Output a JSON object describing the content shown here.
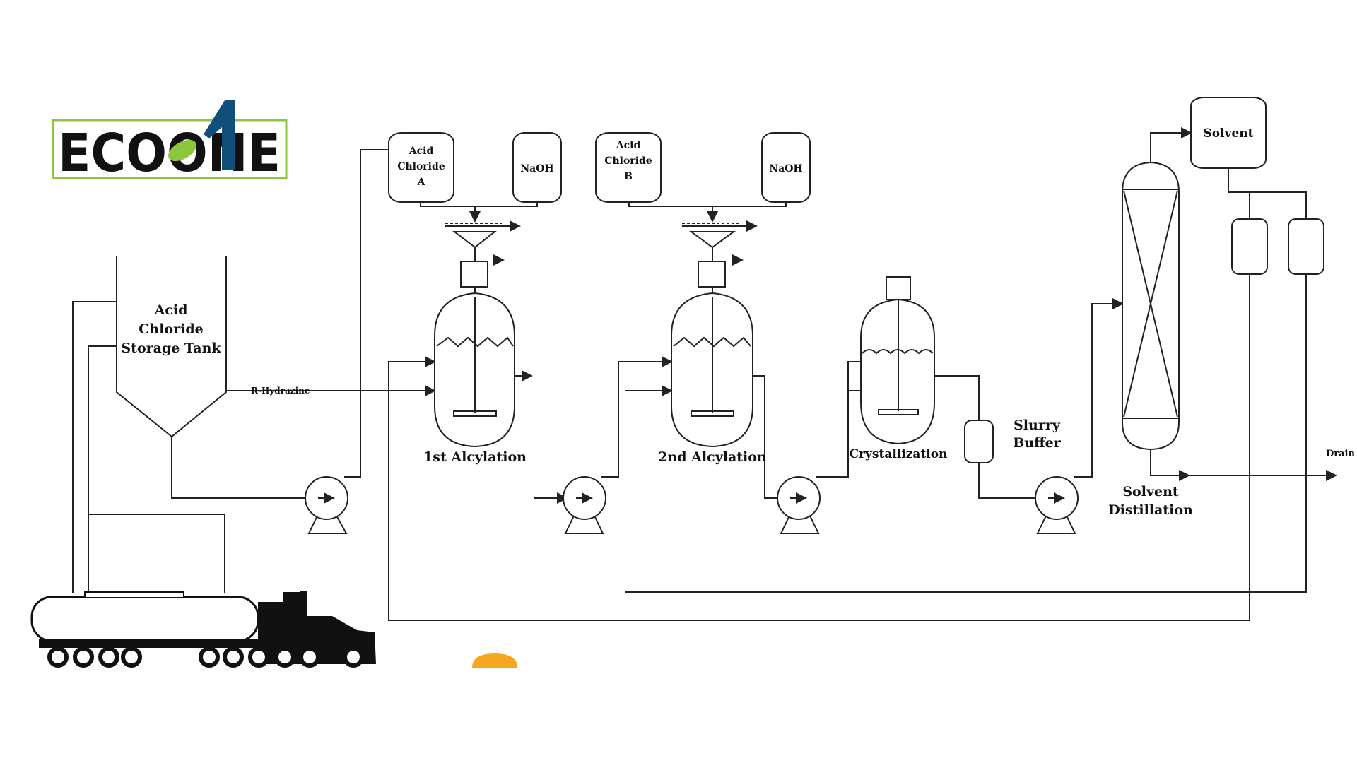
{
  "logo": {
    "text": "ECOONE",
    "colors": {
      "teal": "#1aa0b8",
      "navy": "#0f4f7a",
      "green": "#8cc63f",
      "border": "#8cc63f"
    }
  },
  "labels": {
    "storage_tank": [
      "Acid",
      "Chloride",
      "Storage Tank"
    ],
    "feed_line": "R-Hydrazine",
    "acid_chloride_a": [
      "Acid",
      "Chloride",
      "A"
    ],
    "naoh_1": "NaOH",
    "acid_chloride_b": [
      "Acid",
      "Chloride",
      "B"
    ],
    "naoh_2": "NaOH",
    "alkylation_1": "1st Alcylation",
    "alkylation_2": "2nd Alcylation",
    "crystallization": "Crystallization",
    "slurry_buffer": [
      "Slurry",
      "Buffer"
    ],
    "solvent": "Solvent",
    "solvent_distillation": [
      "Solvent",
      "Distillation"
    ],
    "drain": "Drain"
  },
  "colors": {
    "line": "#222222",
    "truck": "#111111",
    "accent_orange": "#f5a623"
  }
}
